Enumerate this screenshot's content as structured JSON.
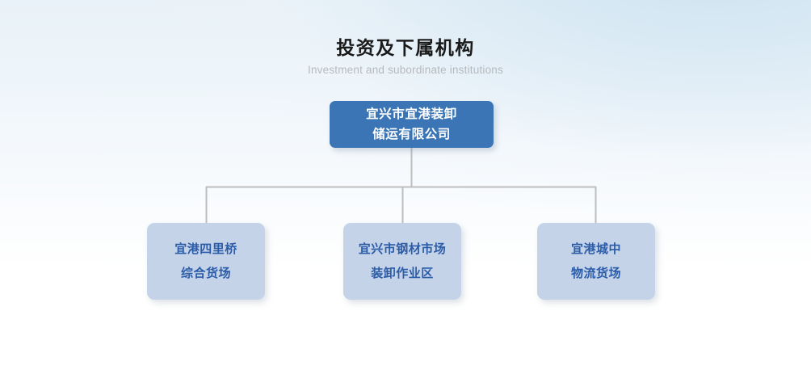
{
  "heading": {
    "title": "投资及下属机构",
    "subtitle": "Investment and subordinate institutions"
  },
  "colors": {
    "root_fill": "#3b75b5",
    "root_text": "#ffffff",
    "child_fill": "#c5d3e9",
    "child_text": "#2b5ca8",
    "connector": "#bdbdbd",
    "title_text": "#1a1a1a",
    "subtitle_text": "#b6babe",
    "background_top": "#e9f2f8",
    "background_bottom": "#ffffff"
  },
  "chart_data": {
    "type": "diagram",
    "title": "投资及下属机构",
    "subtitle": "Investment and subordinate institutions",
    "orientation": "top-down",
    "levels": 2,
    "root": {
      "id": "root",
      "lines": [
        "宜兴市宜港装卸",
        "储运有限公司"
      ],
      "full_text": "宜兴市宜港装卸储运有限公司"
    },
    "children": [
      {
        "id": "child-1",
        "lines": [
          "宜港四里桥",
          "综合货场"
        ],
        "full_text": "宜港四里桥综合货场",
        "parent": "root"
      },
      {
        "id": "child-2",
        "lines": [
          "宜兴市钢材市场",
          "装卸作业区"
        ],
        "full_text": "宜兴市钢材市场装卸作业区",
        "parent": "root"
      },
      {
        "id": "child-3",
        "lines": [
          "宜港城中",
          "物流货场"
        ],
        "full_text": "宜港城中物流货场",
        "parent": "root"
      }
    ],
    "edges": [
      {
        "from": "root",
        "to": "child-1"
      },
      {
        "from": "root",
        "to": "child-2"
      },
      {
        "from": "root",
        "to": "child-3"
      }
    ]
  }
}
